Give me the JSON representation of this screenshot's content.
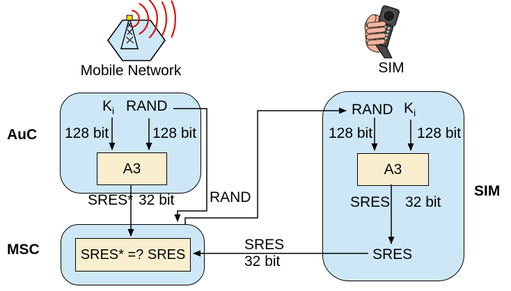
{
  "colors": {
    "box_fill": "#CDE7F7",
    "box_border": "#000000",
    "process_fill": "#F9EFCE",
    "wave_red": "#E01000",
    "cap_yellow": "#FFDE00",
    "hand_pink": "#F4B5A2",
    "phone_gray": "#474747",
    "phone_dark": "#1E1E1E",
    "ink": "#000000"
  },
  "icons": {
    "network_icon": "cell-tower-with-radio-waves",
    "handset_icon": "hand-holding-mobile-phone"
  },
  "captions": {
    "network": "Mobile Network",
    "handset": "SIM"
  },
  "side_labels": {
    "auc": "AuC",
    "msc": "MSC",
    "sim": "SIM"
  },
  "auc": {
    "key_base": "K",
    "key_sub": "i",
    "rand": "RAND",
    "key_bits": "128 bit",
    "rand_bits": "128 bit",
    "algorithm": "A3",
    "output": "SRES*",
    "output_bits": "32 bit"
  },
  "msc": {
    "comparison": "SRES* =? SRES"
  },
  "sim": {
    "rand": "RAND",
    "key_base": "K",
    "key_sub": "i",
    "rand_bits": "128 bit",
    "key_bits": "128 bit",
    "algorithm": "A3",
    "output": "SRES",
    "output_bits": "32 bit",
    "result": "SRES"
  },
  "wires": {
    "rand_label": "RAND",
    "sres_label": "SRES",
    "sres_bits_label": "32 bit"
  }
}
